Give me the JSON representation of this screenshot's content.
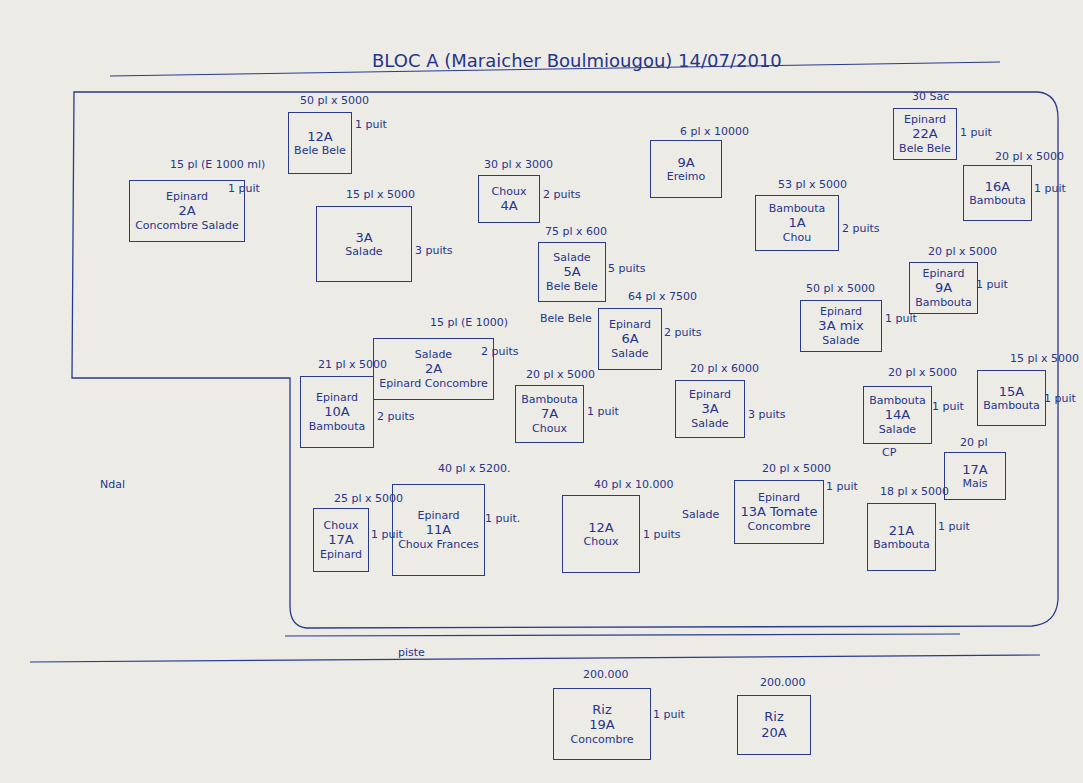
{
  "diagram": {
    "title": "BLOC A (Maraicher Boulmiougou) 14/07/2010",
    "nodes": [
      {
        "text": [
          "Epinard",
          "2A",
          "Concombre Salade"
        ]
      },
      {
        "text": [
          "12A",
          "Bele Bele"
        ]
      },
      {
        "text": [
          "3A",
          "Salade"
        ]
      },
      {
        "text": [
          "Choux",
          "4A"
        ]
      },
      {
        "text": [
          "9A",
          "Ereimo"
        ]
      },
      {
        "text": [
          "Bambouta",
          "1A",
          "Chou"
        ]
      },
      {
        "text": [
          "Epinard",
          "22A",
          "Bele Bele"
        ]
      },
      {
        "text": [
          "16A",
          "Bambouta"
        ]
      },
      {
        "text": [
          "Salade",
          "5A",
          "Bele Bele"
        ]
      },
      {
        "text": [
          "Epinard",
          "6A",
          "Salade"
        ]
      },
      {
        "text": [
          "Epinard",
          "9A",
          "Bambouta"
        ]
      },
      {
        "text": [
          "Epinard",
          "3A mix",
          "Salade"
        ]
      },
      {
        "text": [
          "Salade",
          "2A",
          "Epinard Concombre"
        ]
      },
      {
        "text": [
          "Epinard",
          "10A",
          "Bambouta"
        ]
      },
      {
        "text": [
          "Bambouta",
          "7A",
          "Choux"
        ]
      },
      {
        "text": [
          "Epinard",
          "3A",
          "Salade"
        ]
      },
      {
        "text": [
          "Bambouta",
          "14A",
          "Salade"
        ]
      },
      {
        "text": [
          "15A",
          "Bambouta"
        ]
      },
      {
        "text": [
          "17A",
          "Mais"
        ]
      },
      {
        "text": [
          "Epinard",
          "11A",
          "Choux Frances"
        ]
      },
      {
        "text": [
          "Choux",
          "17A",
          "Epinard"
        ]
      },
      {
        "text": [
          "12A",
          "Choux"
        ]
      },
      {
        "text": [
          "Epinard",
          "13A Tomate",
          "Concombre"
        ]
      },
      {
        "text": [
          "21A",
          "Bambouta"
        ]
      },
      {
        "text": [
          "Riz",
          "19A",
          "Concombre"
        ]
      },
      {
        "text": [
          "Riz",
          "20A"
        ]
      }
    ],
    "labels": [
      "15 pl (E 1000 ml)",
      "1 puit",
      "50 pl x 5000",
      "1 puit",
      "15 pl x 5000",
      "3 puits",
      "30 pl x 3000",
      "2 puits",
      "6 pl x 10000",
      "53 pl x 5000",
      "2 puits",
      "30 Sac",
      "1 puit",
      "20 pl x 5000",
      "1 puit",
      "75 pl x 600",
      "5 puits",
      "64 pl x 7500",
      "2 puits",
      "Bele Bele",
      "20 pl x 5000",
      "1 puit",
      "50 pl x 5000",
      "1 puit",
      "15 pl (E 1000)",
      "2 puits",
      "21 pl x 5000",
      "2 puits",
      "20 pl x 5000",
      "1 puit",
      "20 pl x 6000",
      "3 puits",
      "20 pl x 5000",
      "1 puit",
      "CP",
      "15 pl x 5000",
      "1 puit",
      "20 pl",
      "40 pl x 5200.",
      "1 puit.",
      "25 pl x 5000",
      "1 puit",
      "40 pl x 10.000",
      "1 puits",
      "20 pl x 5000",
      "1 puit",
      "Salade",
      "18 pl x 5000",
      "1 puit",
      "Ndal",
      "piste",
      "200.000",
      "1 puit",
      "200.000"
    ]
  }
}
